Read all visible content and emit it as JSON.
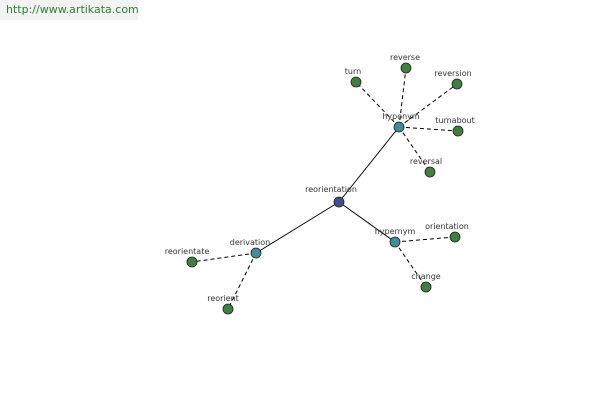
{
  "header": {
    "site_url": "http://www.artikata.com"
  },
  "colors": {
    "root_node": "#3f4f8f",
    "relation_node": "#3f8f96",
    "word_node": "#3f7f3f",
    "edge": "#000000"
  },
  "graph": {
    "root": {
      "id": "reorientation",
      "label": "reorientation",
      "kind": "root"
    },
    "relations": [
      {
        "id": "hyponym",
        "label": "hyponym",
        "kind": "relation",
        "words": [
          "turn",
          "reverse",
          "reversion",
          "turnabout",
          "reversal"
        ]
      },
      {
        "id": "hypernym",
        "label": "hypernym",
        "kind": "relation",
        "words": [
          "orientation",
          "change"
        ]
      },
      {
        "id": "derivation",
        "label": "derivation",
        "kind": "relation",
        "words": [
          "reorientate",
          "reorient"
        ]
      }
    ]
  }
}
